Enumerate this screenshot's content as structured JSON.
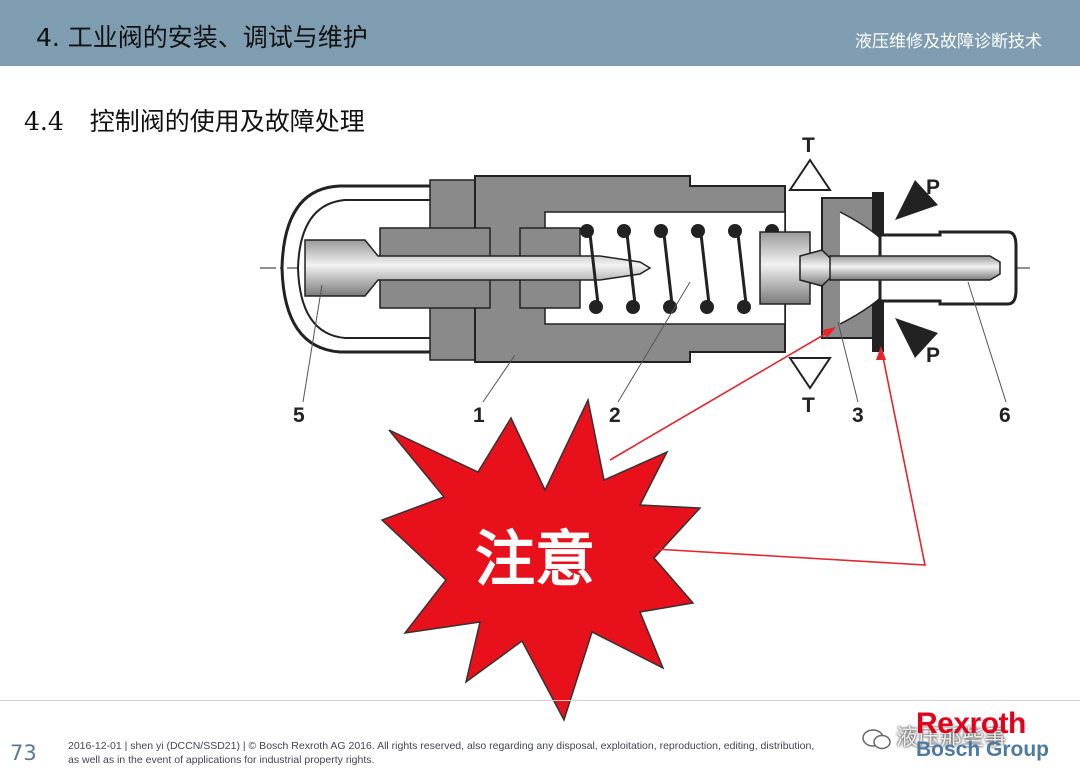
{
  "header": {
    "title": "4. 工业阀的安装、调试与维护",
    "subtitle": "液压维修及故障诊断技术"
  },
  "section": {
    "number": "4.4",
    "title": "控制阀的使用及故障处理"
  },
  "diagram": {
    "port_labels": {
      "t_top": "T",
      "t_bottom": "T",
      "p_top": "P",
      "p_bottom": "P"
    },
    "part_numbers": [
      "5",
      "1",
      "2",
      "3",
      "6"
    ],
    "callout_text": "注意",
    "colors": {
      "callout": "#e8101a",
      "arrow": "#e5242b",
      "body": "#8a8a8a",
      "metal": "#bdbdbd"
    }
  },
  "footer": {
    "page_number": "73",
    "line1": "2016-12-01 | shen yi (DCCN/SSD21) | © Bosch Rexroth AG 2016. All rights reserved, also regarding any disposal, exploitation, reproduction, editing, distribution,",
    "line2": "as well as in the event of applications for industrial property rights.",
    "brand_top": "Rexroth",
    "brand_bottom": "Bosch Group",
    "watermark": "液压那些事"
  }
}
